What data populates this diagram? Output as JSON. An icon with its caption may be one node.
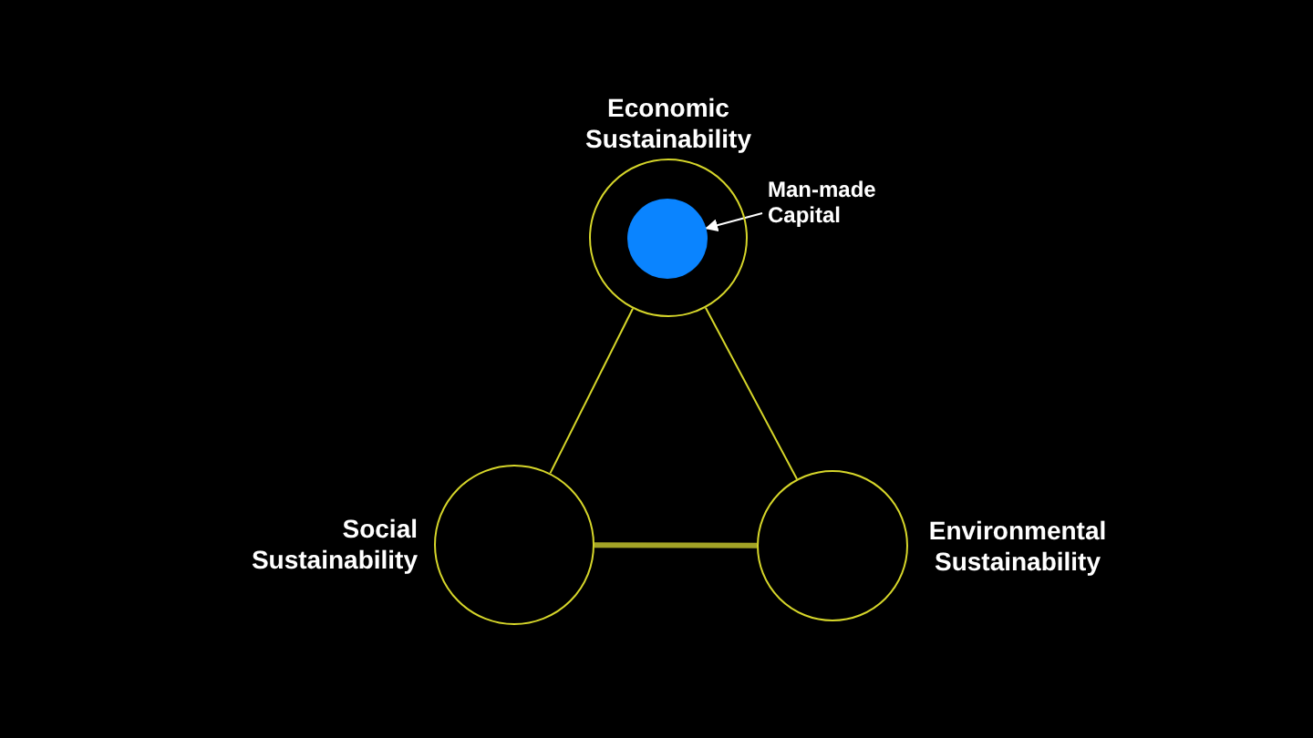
{
  "diagram": {
    "nodes": [
      {
        "text": [
          "Economic Sustainability"
        ]
      },
      {
        "text": [],
        "shape": "circle",
        "in": 0
      },
      {
        "text": [
          "Man-made Capital"
        ]
      },
      {
        "text": [
          "Social Sustainability"
        ]
      },
      {
        "text": [
          "Environmental Sustainability"
        ]
      }
    ],
    "edges": [
      {
        "from": 0,
        "to": 3,
        "arrow": "none"
      },
      {
        "from": 0,
        "to": 4,
        "arrow": "none"
      },
      {
        "from": 3,
        "to": 4,
        "arrow": "none",
        "style": "thick",
        "color": "#a3a326"
      },
      {
        "from": 2,
        "to": 1,
        "arrow": "to",
        "color": "#ffffff"
      }
    ]
  }
}
